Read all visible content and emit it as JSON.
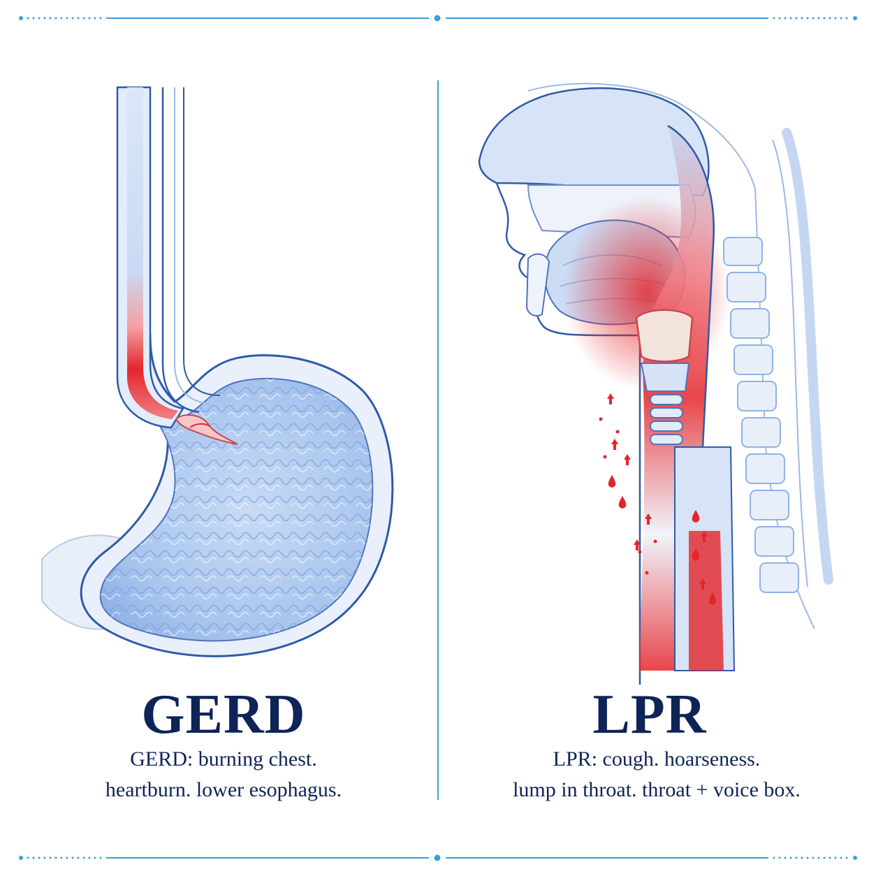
{
  "gerd": {
    "title": "GERD",
    "caption_line1": "GERD: burning chest.",
    "caption_line2": "heartburn. lower esophagus."
  },
  "lpr": {
    "title": "LPR",
    "caption_line1": "LPR: cough. hoarseness.",
    "caption_line2": "lump in throat. throat + voice box."
  },
  "colors": {
    "title_navy": "#0e2457",
    "accent_blue": "#3aa0d6",
    "inflamed_red": "#e4262b",
    "tissue_blue": "#b8cff0",
    "outline_blue": "#2f5aa8"
  }
}
